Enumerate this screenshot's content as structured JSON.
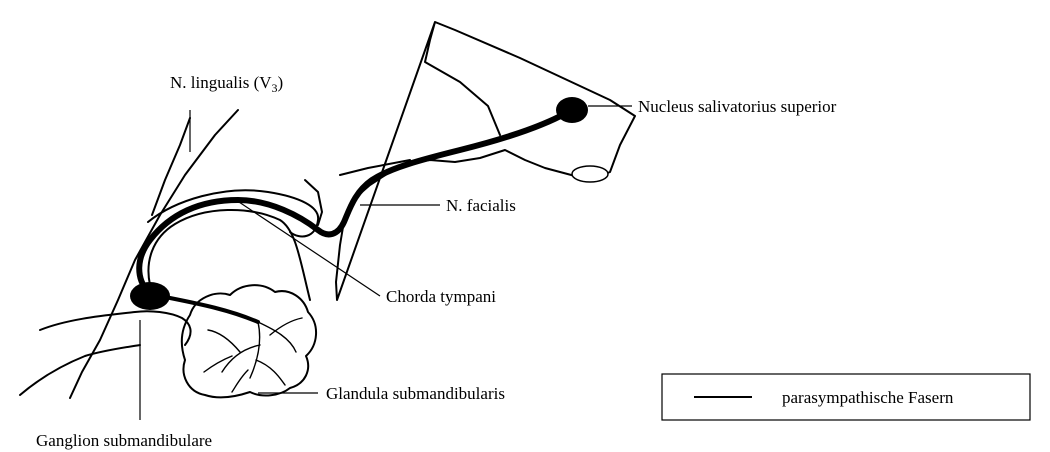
{
  "labels": {
    "lingualis_main": "N. lingualis (V",
    "lingualis_sub": "3",
    "lingualis_close": ")",
    "nucleus": "Nucleus salivatorius superior",
    "facialis": "N. facialis",
    "chorda": "Chorda tympani",
    "glandula": "Glandula submandibularis",
    "ganglion": "Ganglion submandibulare"
  },
  "legend": {
    "label": "parasympathische Fasern"
  }
}
